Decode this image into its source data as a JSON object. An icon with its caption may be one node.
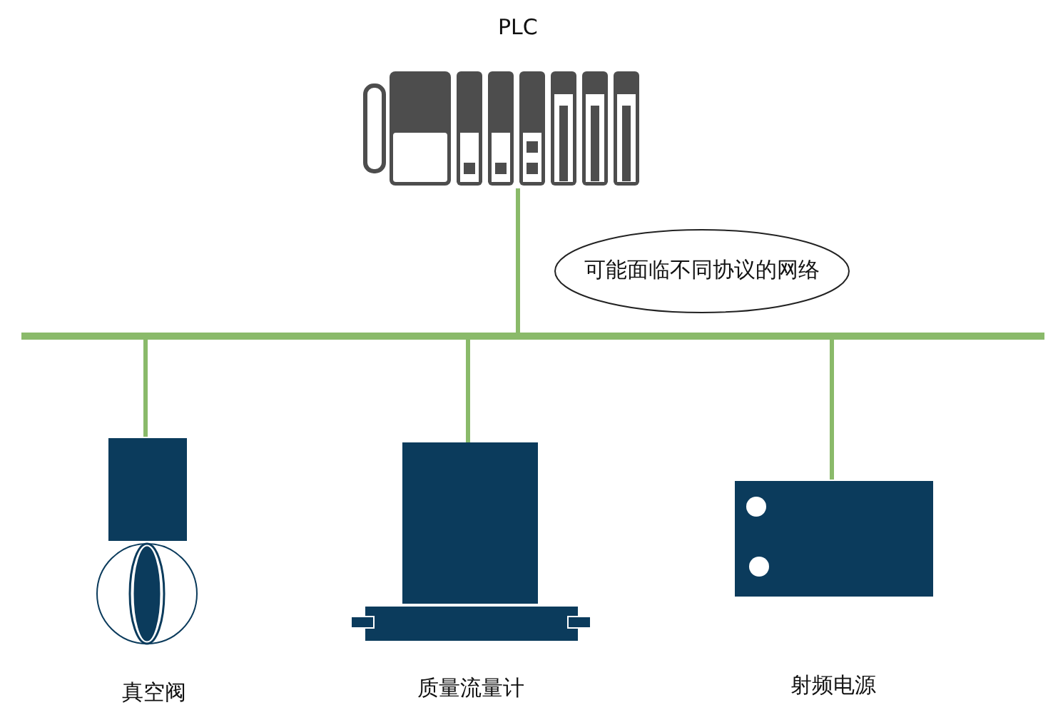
{
  "diagram": {
    "nodes": [
      {
        "text": [
          "PLC"
        ]
      },
      {
        "text": [],
        "shape": "bar"
      },
      {
        "text": [
          "可能面临不同协议的网络"
        ]
      },
      {
        "text": [
          "真空阀"
        ]
      },
      {
        "text": [
          "质量流量计"
        ]
      },
      {
        "text": [
          "射频电源"
        ]
      }
    ],
    "edges": [
      {
        "from": 0,
        "to": 1,
        "arrow": "none"
      },
      {
        "from": 1,
        "to": 3,
        "arrow": "none"
      },
      {
        "from": 1,
        "to": 4,
        "arrow": "none"
      },
      {
        "from": 1,
        "to": 5,
        "arrow": "none"
      }
    ]
  }
}
